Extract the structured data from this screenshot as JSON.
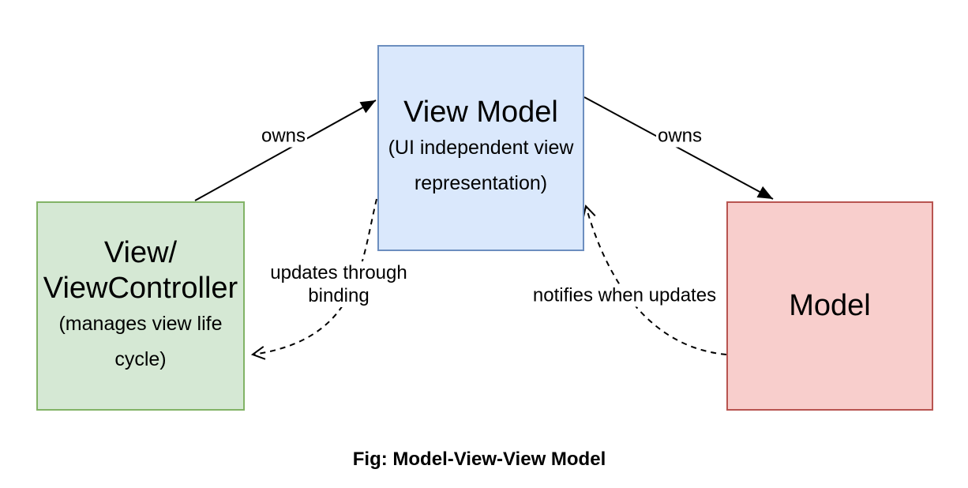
{
  "nodes": {
    "view_controller": {
      "title_line1": "View/",
      "title_line2": "ViewController",
      "subtitle": "(manages view life cycle)",
      "fill": "#d5e8d4",
      "border": "#82b366"
    },
    "view_model": {
      "title": "View Model",
      "subtitle": "(UI independent view representation)",
      "fill": "#dae8fc",
      "border": "#6c8ebf"
    },
    "model": {
      "title": "Model",
      "fill": "#f8cecc",
      "border": "#b85450"
    }
  },
  "edges": {
    "owns_left": {
      "label": "owns",
      "style": "solid",
      "from": "view_controller",
      "to": "view_model"
    },
    "owns_right": {
      "label": "owns",
      "style": "solid",
      "from": "view_model",
      "to": "model"
    },
    "updates_through_binding": {
      "label": "updates through binding",
      "style": "dashed",
      "from": "view_model",
      "to": "view_controller"
    },
    "notifies_when_updates": {
      "label": "notifies when updates",
      "style": "dashed",
      "from": "model",
      "to": "view_model"
    }
  },
  "caption": "Fig: Model-View-View Model",
  "colors": {
    "background": "#ffffff",
    "text": "#000000",
    "edge_stroke": "#000000"
  }
}
